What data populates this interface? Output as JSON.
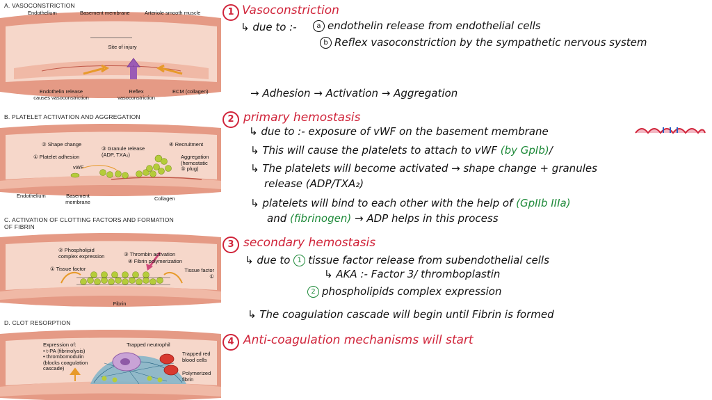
{
  "panels": {
    "a": {
      "heading": "A. VASOCONSTRICTION",
      "labels": {
        "endothelium": "Endothelium",
        "basement_membrane": "Basement membrane",
        "arteriole_muscle": "Arteriole smooth muscle",
        "site_of_injury": "Site of injury",
        "endothelin_release": "Endothelin release\ncauses vasoconstriction",
        "reflex": "Reflex\nvasoconstriction",
        "ecm": "ECM (collagen)"
      }
    },
    "b": {
      "heading": "B. PLATELET ACTIVATION AND AGGREGATION",
      "labels": {
        "shape_change": "② Shape change",
        "platelet_adhesion": "① Platelet adhesion",
        "vwf": "vWF",
        "granule_release": "③ Granule release\n(ADP, TXA₂)",
        "recruitment": "④ Recruitment",
        "aggregation": "Aggregation\n(hemostatic\n⑤ plug)",
        "endothelium": "Endothelium",
        "basement_membrane": "Basement\nmembrane",
        "collagen": "Collagen"
      }
    },
    "c": {
      "heading": "C. ACTIVATION OF CLOTTING FACTORS AND FORMATION\nOF FIBRIN",
      "labels": {
        "phospholipid": "② Phospholipid\ncomplex expression",
        "thrombin": "③ Thrombin activation",
        "fibrin_poly": "④ Fibrin polymerization",
        "tissue_factor_left": "① Tissue factor",
        "tissue_factor_right": "Tissue factor\n①",
        "fibrin": "Fibrin"
      }
    },
    "d": {
      "heading": "D. CLOT RESORPTION",
      "labels": {
        "expression": "Expression of:\n• t-PA (fibrinolysis)\n• thrombomodulin\n(blocks coagulation\ncascade)",
        "trapped_neutrophil": "Trapped neutrophil",
        "trapped_rbc": "Trapped red\nblood cells",
        "polymerized_fibrin": "Polymerized\nfibrin"
      }
    }
  },
  "notes": {
    "s1": {
      "num": "1",
      "title": "Vasoconstriction",
      "due_to": "↳ due to :-",
      "a_mark": "a",
      "a_text": "endothelin release from endothelial cells",
      "b_mark": "b",
      "b_text": "Reflex vasoconstriction by the sympathetic nervous system"
    },
    "flow": "→ Adhesion → Activation → Aggregation",
    "s2": {
      "num": "2",
      "title": "primary hemostasis",
      "l1": "↳ due to :- exposure of vWF on the basement membrane",
      "l2a": "↳ This will cause the platelets to attach to vWF",
      "l2b": "(by GpIb)",
      "l2c": "/",
      "l3": "↳ The platelets will become activated → shape change + granules",
      "l3b": "release (ADP/TXA₂)",
      "l4a": "↳ platelets will bind to each other with the help of",
      "l4b": "(GpIIb IIIa)",
      "l5a": "and",
      "l5b": "(fibrinogen)",
      "l5c": "→ ADP helps in this process"
    },
    "s3": {
      "num": "3",
      "title": "secondary hemostasis",
      "l1": "↳ due to",
      "m1": "1",
      "l1b": "tissue factor release from subendothelial cells",
      "l2": "↳ AKA :- Factor 3/ thromboplastin",
      "m2": "2",
      "l3": "phospholipids complex expression",
      "l4": "↳ The coagulation cascade will begin until Fibrin is formed"
    },
    "s4": {
      "num": "4",
      "title": "Anti-coagulation mechanisms will start"
    }
  },
  "colors": {
    "red_ink": "#d0243a",
    "green_ink": "#1f8a3a",
    "vessel_wall": "#e8a08a",
    "vessel_lumen": "#f4d2c4",
    "platelet": "#b5cc3a",
    "arrow": "#e79a2a",
    "arrow_purple": "#8a4fa8"
  }
}
